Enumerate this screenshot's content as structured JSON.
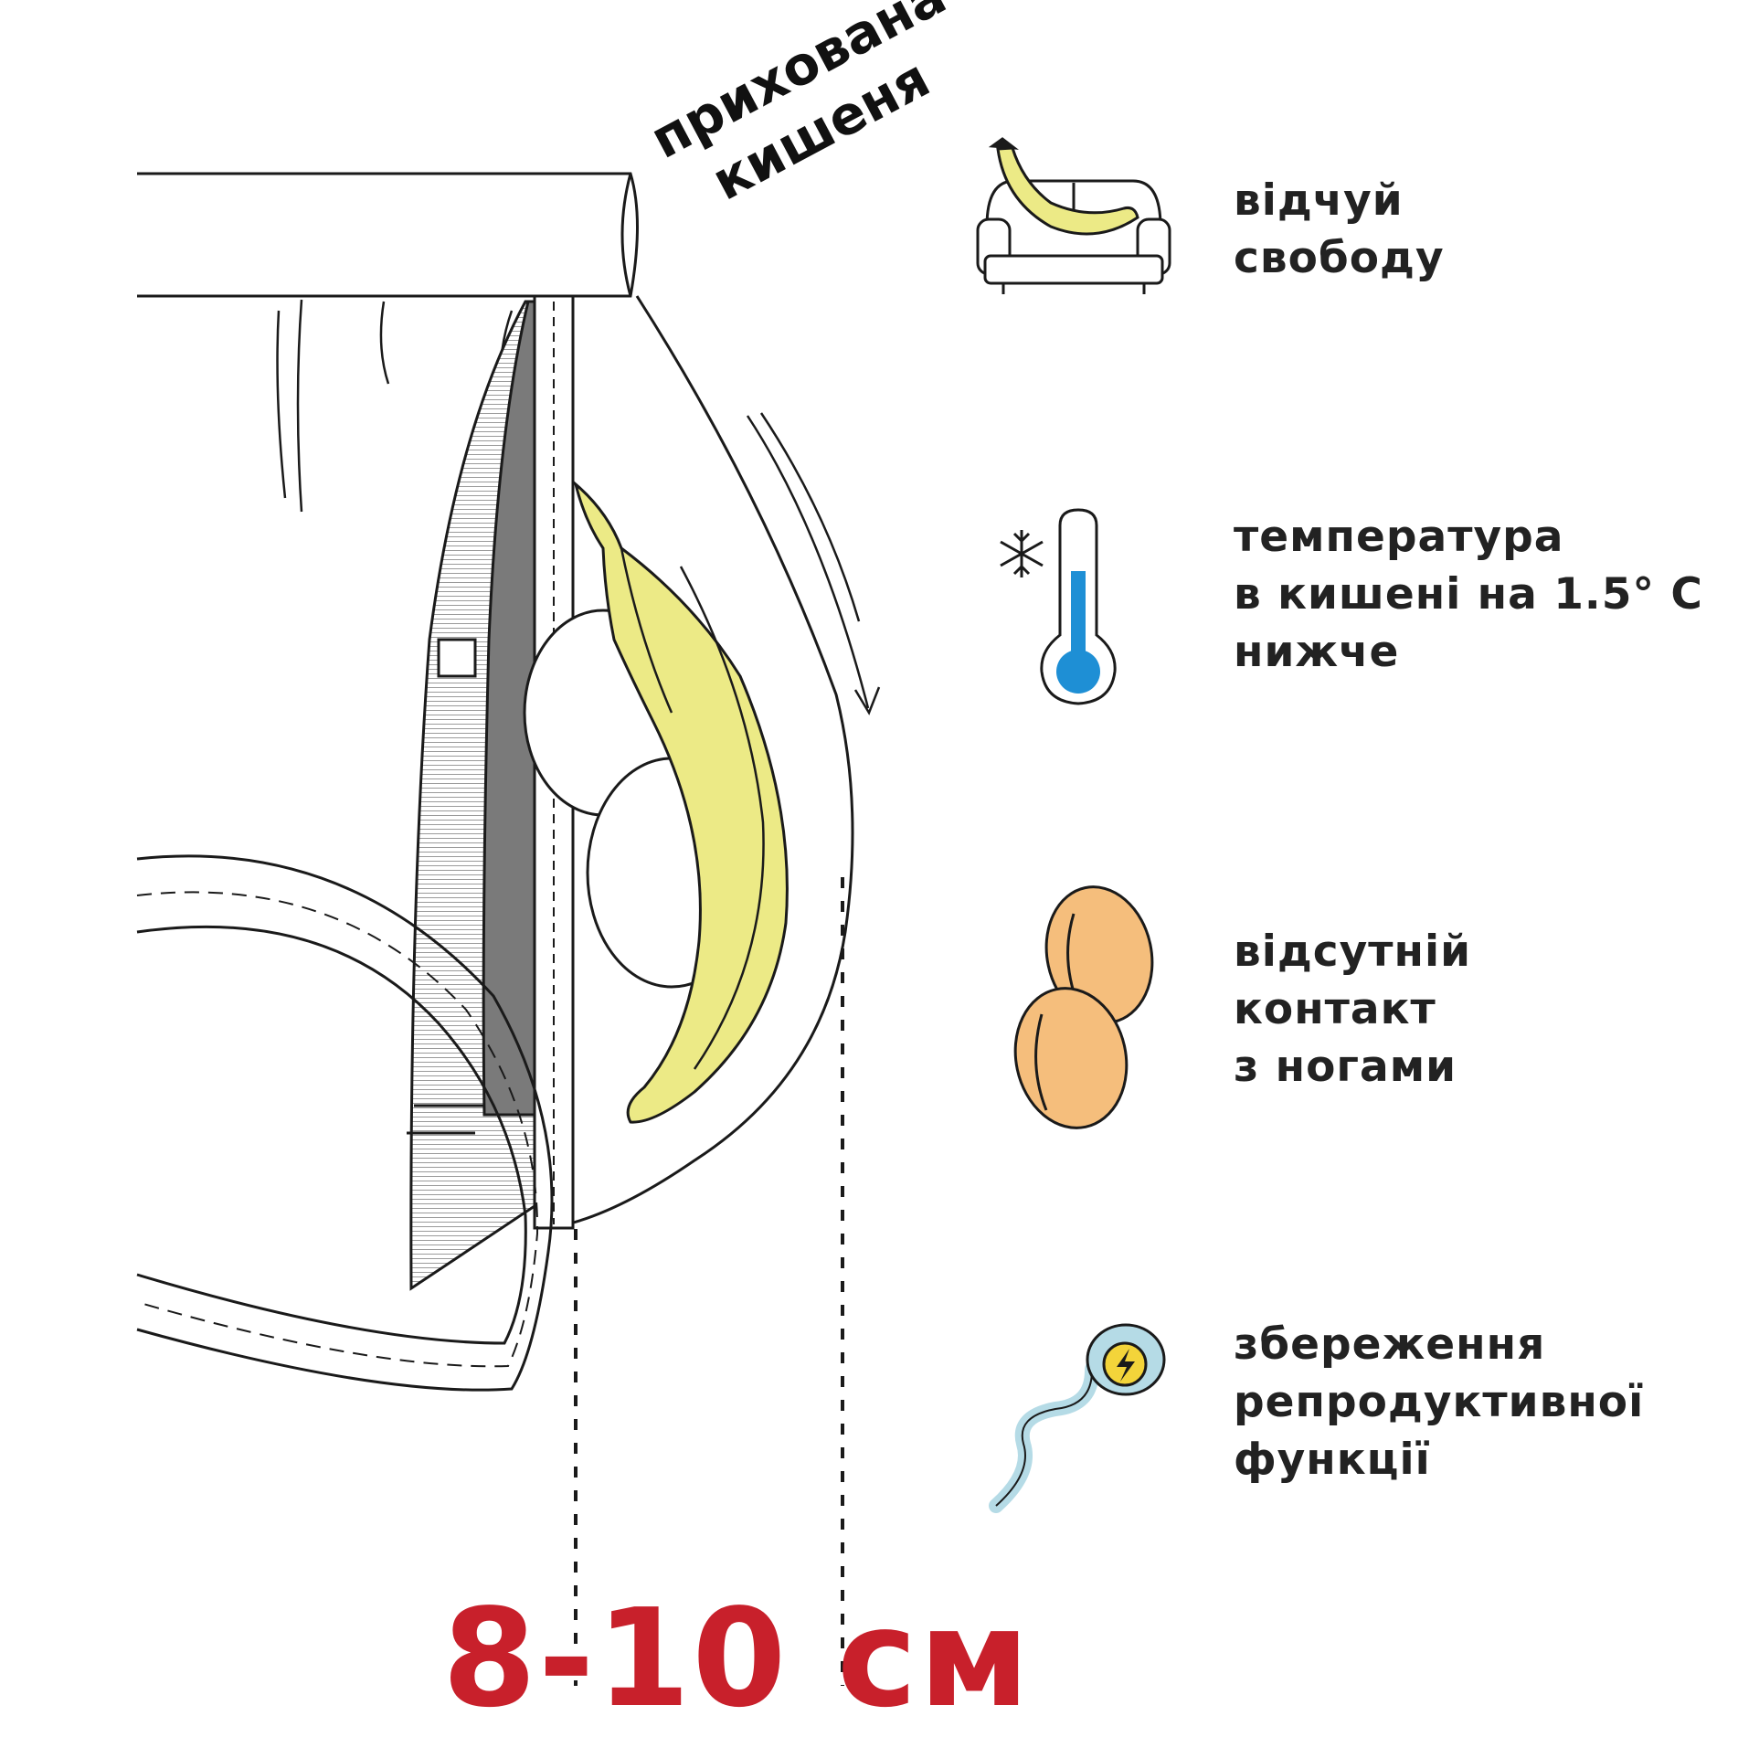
{
  "colors": {
    "accent_red": "#c8202b",
    "banana": "#ecea86",
    "egg": "#f5be7c",
    "thermo_blue": "#1e8fd5",
    "sperm_blue": "#b5dbe6",
    "lightning_yellow": "#f3d43a",
    "outline": "#1a1a1a",
    "text": "#222222"
  },
  "pocket_label": {
    "line1": "прихована",
    "line2": "кишеня"
  },
  "size_label": "8-10 см",
  "features": [
    {
      "icon": "banana-on-sofa-icon",
      "lines": [
        "відчуй",
        "свободу"
      ]
    },
    {
      "icon": "thermometer-snowflake-icon",
      "lines": [
        "температура",
        "в кишені на 1.5° C",
        "нижче"
      ]
    },
    {
      "icon": "eggs-icon",
      "lines": [
        "відсутній",
        "контакт",
        "з ногами"
      ]
    },
    {
      "icon": "sperm-lightning-icon",
      "lines": [
        "збереження",
        "репродуктивної",
        "функції"
      ]
    }
  ]
}
